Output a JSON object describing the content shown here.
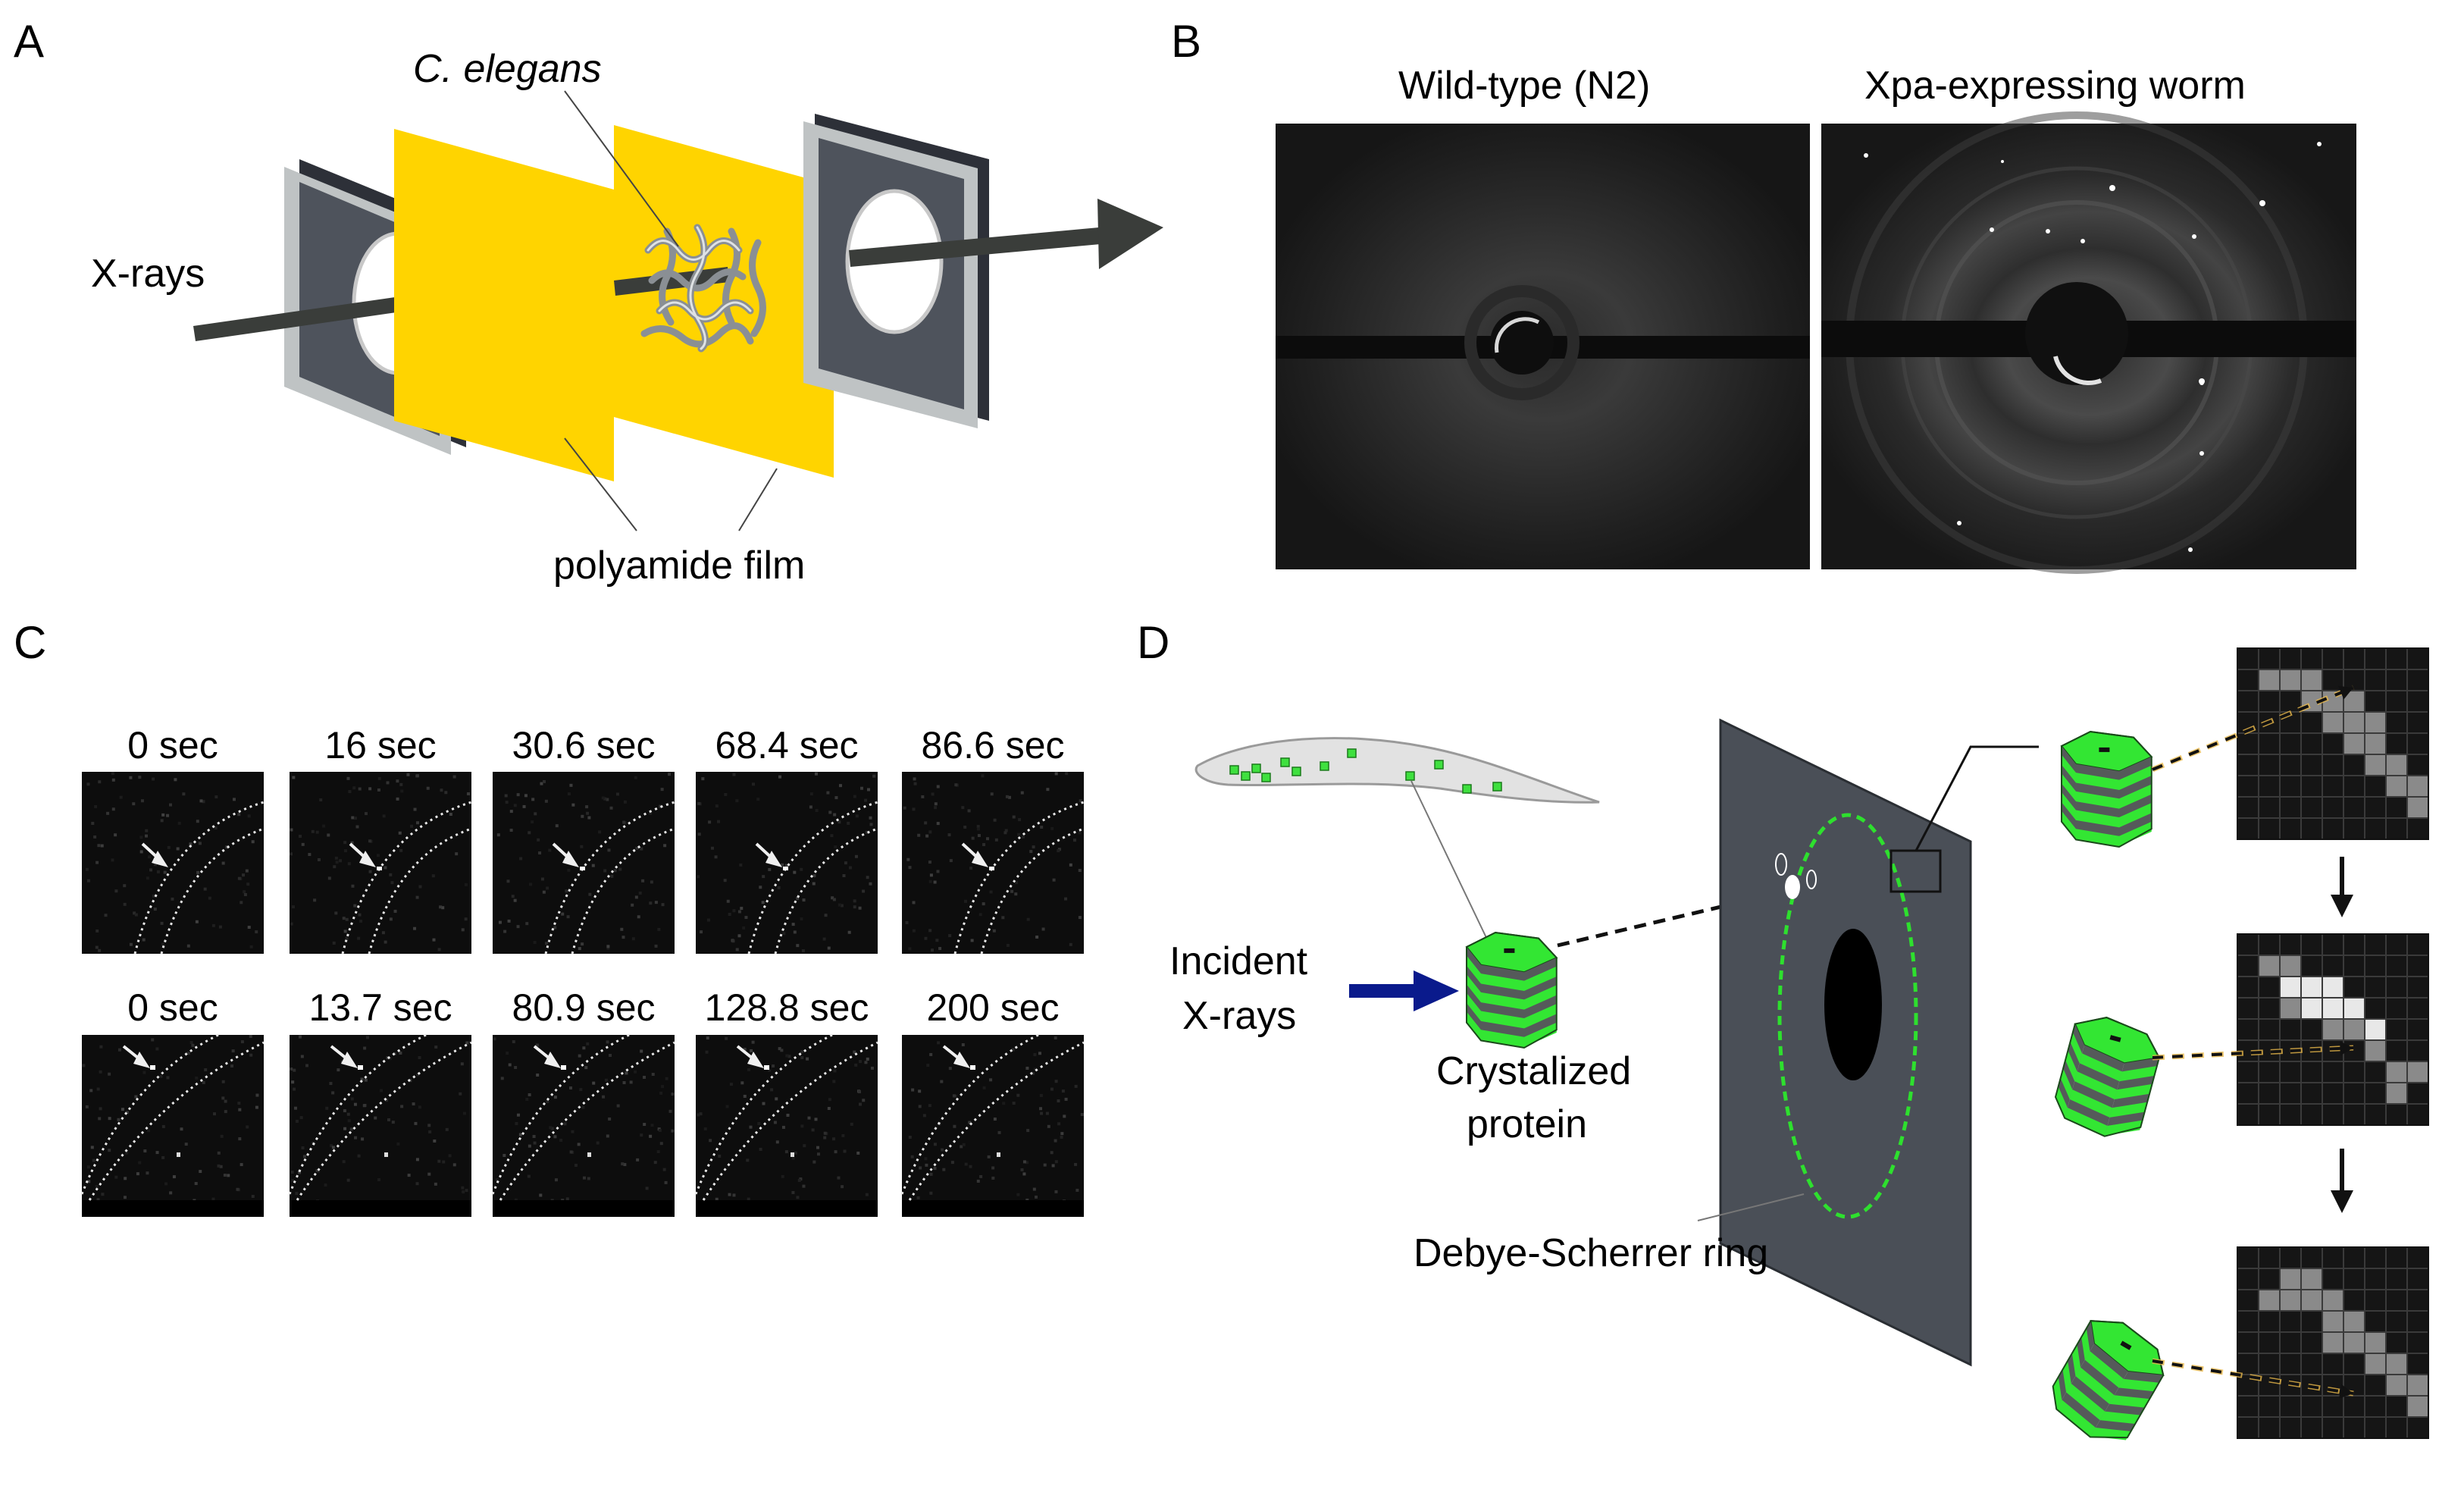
{
  "panels": {
    "a": {
      "label": "A",
      "xrays_label": "X-rays",
      "organism_label": "C. elegans",
      "film_label": "polyamide film"
    },
    "b": {
      "label": "B",
      "left_title": "Wild-type (N2)",
      "right_title": "Xpa-expressing worm"
    },
    "c": {
      "label": "C",
      "row1_times": [
        "0 sec",
        "16 sec",
        "30.6 sec",
        "68.4 sec",
        "86.6 sec"
      ],
      "row2_times": [
        "0 sec",
        "13.7 sec",
        "80.9 sec",
        "128.8 sec",
        "200 sec"
      ]
    },
    "d": {
      "label": "D",
      "incident_line1": "Incident",
      "incident_line2": "X-rays",
      "crystal_line1": "Crystalized",
      "crystal_line2": "protein",
      "ring_label": "Debye-Scherrer ring"
    }
  },
  "colors": {
    "film_yellow": "#ffd400",
    "crystal_green": "#33e633",
    "beam_blue": "#0a1a8c",
    "detector_gray": "#4a4f57",
    "arrow_gold": "#e8b84a"
  }
}
